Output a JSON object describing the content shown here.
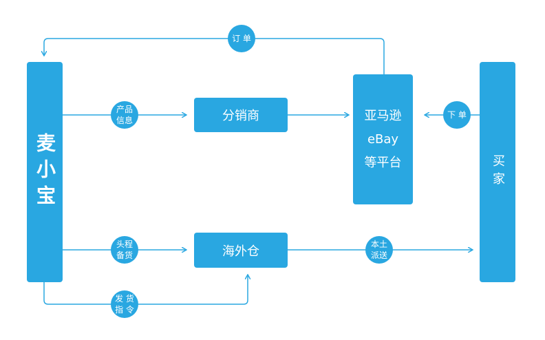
{
  "nodes": {
    "maixiaobao": "麦小宝",
    "distributor": "分销商",
    "platform": "亚马逊\neBay\n等平台",
    "buyer": "买家",
    "warehouse": "海外仓"
  },
  "edges": {
    "order": "订 单",
    "place_order": "下 单",
    "product_info": "产品\n信息",
    "headway_stock": "头程\n备货",
    "ship_instruction": "发 货\n指 令",
    "local_delivery": "本土\n派送"
  },
  "colors": {
    "primary": "#29a7e1"
  }
}
